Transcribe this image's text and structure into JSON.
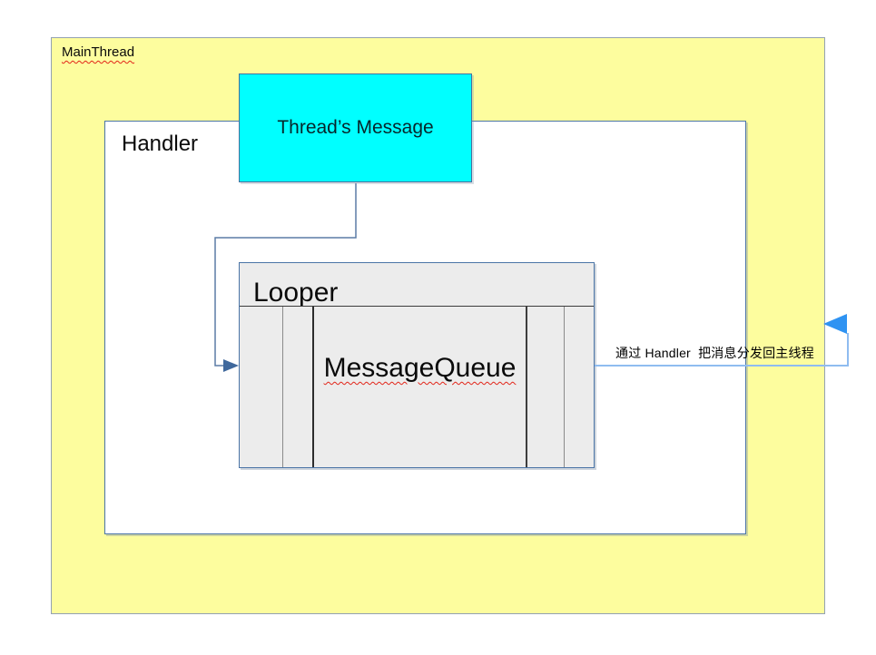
{
  "diagram": {
    "main_thread_label": "MainThread",
    "handler_label": "Handler",
    "thread_message_label": "Thread’s Message",
    "looper_label": "Looper",
    "message_queue_label": "MessageQueue",
    "annotation_label": "通过 Handler  把消息分发回主线程"
  },
  "palette": {
    "main_thread_fill": "#fdfd9e",
    "thread_message_fill": "#00ffff",
    "looper_fill": "#ececec",
    "box_border": "#4a74a6",
    "connector_left_stroke": "#5b7ca6",
    "connector_left_arrow": "#3f689c",
    "connector_right_stroke": "#8fbcf0",
    "connector_right_arrow": "#2f93f2",
    "spellcheck_color": "#e22418"
  }
}
